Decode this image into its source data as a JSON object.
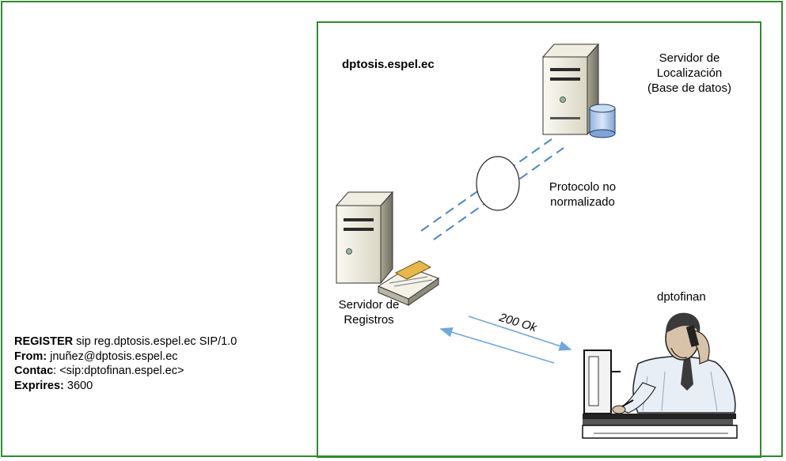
{
  "domain_label": "dptosis.espel.ec",
  "location_server": {
    "line1": "Servidor de",
    "line2": "Localización",
    "line3": "(Base de datos)"
  },
  "protocol": {
    "line1": "Protocolo no",
    "line2": "normalizado"
  },
  "registrar": {
    "line1": "Servidor de",
    "line2": "Registros"
  },
  "response_label": "200 Ok",
  "user_label": "dptofinan",
  "sip_message": {
    "line1_key": "REGISTER",
    "line1_value": " sip reg.dptosis.espel.ec SIP/1.0",
    "line2_key": "From:",
    "line2_value": " jnuñez@dptosis.espel.ec",
    "line3_key": "Contac",
    "line3_value": ": <sip:dptofinan.espel.ec>",
    "line4_key": "Exprires:",
    "line4_value": " 3600"
  },
  "colors": {
    "frame": "#2e8b2e",
    "link_dashed": "#4a86c8",
    "arrow": "#6fa8dc"
  }
}
